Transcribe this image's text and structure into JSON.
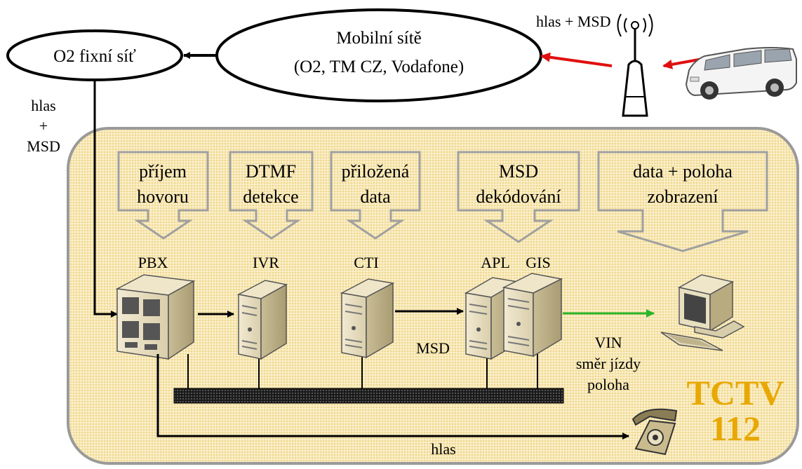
{
  "networks": {
    "fixed": "O2 fixní síť",
    "mobile_line1": "Mobilní sítě",
    "mobile_line2": "(O2, TM CZ, Vodafone)"
  },
  "antenna_label": "hlas + MSD",
  "input_label": {
    "line1": "hlas",
    "line2": "+",
    "line3": "MSD"
  },
  "functions": [
    {
      "line1": "příjem",
      "line2": "hovoru"
    },
    {
      "line1": "DTMF",
      "line2": "detekce"
    },
    {
      "line1": "přiložená",
      "line2": "data"
    },
    {
      "line1": "MSD",
      "line2": "dekódování"
    },
    {
      "line1": "data + poloha",
      "line2": "zobrazení"
    }
  ],
  "systems": {
    "pbx": "PBX",
    "ivr": "IVR",
    "cti": "CTI",
    "apl": "APL",
    "gis": "GIS"
  },
  "flow_labels": {
    "msd": "MSD",
    "vin": "VIN",
    "direction": "směr jízdy",
    "position": "poloha",
    "voice": "hlas"
  },
  "center": {
    "line1": "TCTV",
    "line2": "112"
  },
  "colors": {
    "panel_fill": "#f7e8b8",
    "panel_border": "#999999",
    "accent_orange": "#e8a800",
    "arrow_red": "#e01010",
    "arrow_green": "#2ab52a"
  }
}
